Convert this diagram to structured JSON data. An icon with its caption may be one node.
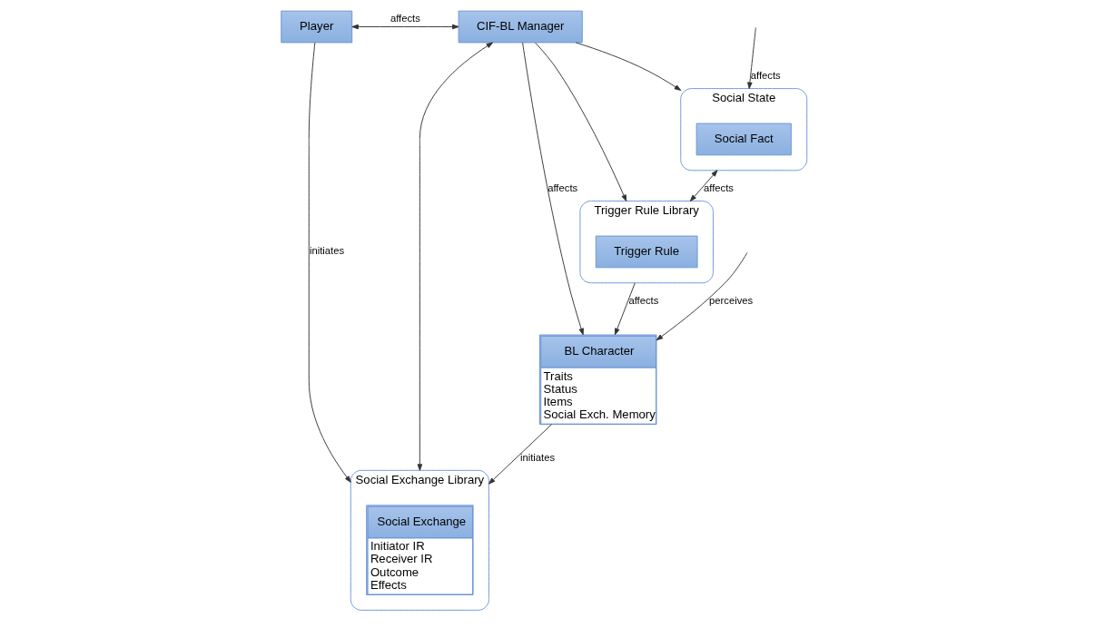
{
  "diagram": {
    "nodes": [
      {
        "text": [
          "Player"
        ]
      },
      {
        "text": [
          "CIF-BL Manager"
        ]
      },
      {
        "text": [
          "Social State"
        ]
      },
      {
        "text": [
          "Social Fact"
        ],
        "in": 2
      },
      {
        "text": [
          "Trigger Rule Library"
        ]
      },
      {
        "text": [
          "Trigger Rule"
        ],
        "in": 4
      },
      {
        "text": [
          "Social Exchange Library"
        ]
      },
      {
        "text": [
          "Social Exchange",
          "Initiator IR",
          "Receiver IR",
          "Outcome",
          "Effects"
        ],
        "in": 6
      },
      {
        "text": [
          "BL Character",
          "Traits",
          "Status",
          "Items",
          "Social Exch. Memory"
        ]
      }
    ],
    "edges": [
      {
        "from": 0,
        "to": 1,
        "arrow": "both",
        "label": "affects"
      },
      {
        "from": 1,
        "to": 2,
        "arrow": "to"
      },
      {
        "from": 1,
        "to": 4,
        "arrow": "to"
      },
      {
        "from": null,
        "to": 2,
        "arrow": "to",
        "label": "affects"
      },
      {
        "from": 2,
        "to": 4,
        "arrow": "both",
        "label": "affects"
      },
      {
        "from": 0,
        "to": 6,
        "arrow": "to",
        "label": "initiates"
      },
      {
        "from": 1,
        "to": 6,
        "arrow": "both"
      },
      {
        "from": 1,
        "to": 8,
        "arrow": "to",
        "label": "affects"
      },
      {
        "from": 4,
        "to": 8,
        "arrow": "to",
        "label": "affects"
      },
      {
        "from": 8,
        "to": 6,
        "arrow": "to",
        "label": "initiates"
      },
      {
        "from": null,
        "to": 8,
        "arrow": "to",
        "label": "perceives"
      }
    ]
  }
}
